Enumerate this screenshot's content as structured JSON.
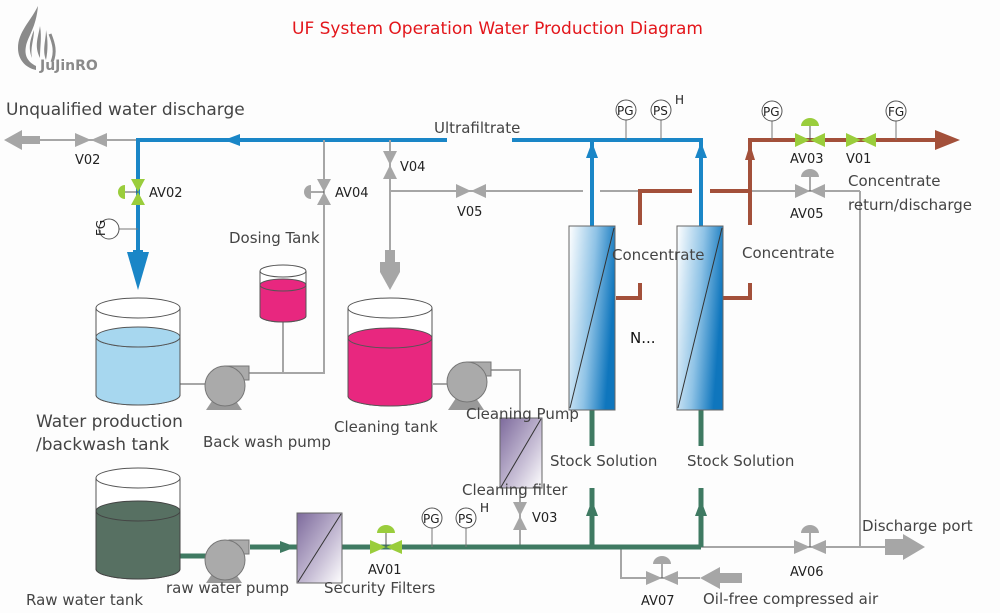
{
  "title": "UF System Operation Water Production Diagram",
  "logo": {
    "text": "JuJinRO",
    "icon": "flame-drop-icon"
  },
  "colors": {
    "permeate": "#1a86c7",
    "concentrate": "#a3503a",
    "raw": "#3f7a62",
    "utility": "#a6a6a6",
    "valve_active": "#9acd3c",
    "valve_idle": "#a6a6a6",
    "title": "#e3161b",
    "tank_product": "#a7d7ef",
    "tank_cleaning": "#e8277f",
    "tank_raw": "#577062",
    "filter": "#8e7da8"
  },
  "labels": {
    "unqualified": "Unqualified water discharge",
    "ultrafiltrate": "Ultrafiltrate",
    "dosing_tank": "Dosing Tank",
    "water_production_1": "Water production",
    "water_production_2": "/backwash tank",
    "back_wash_pump": "Back wash pump",
    "cleaning_tank": "Cleaning tank",
    "cleaning_pump": "Cleaning Pump",
    "cleaning_filter": "Cleaning filter",
    "concentrate_1": "Concentrate",
    "concentrate_2": "Concentrate",
    "concentrate_return_1": "Concentrate",
    "concentrate_return_2": "return/discharge",
    "stock_solution_1": "Stock Solution",
    "stock_solution_2": "Stock Solution",
    "n_more": "N...",
    "raw_tank": "Raw water tank",
    "raw_pump": "raw water pump",
    "security_filters": "Security Filters",
    "discharge_port": "Discharge port",
    "compressed_air": "Oil-free compressed air"
  },
  "valves": {
    "V01": "V01",
    "V02": "V02",
    "V03": "V03",
    "V04": "V04",
    "V05": "V05",
    "AV01": "AV01",
    "AV02": "AV02",
    "AV03": "AV03",
    "AV04": "AV04",
    "AV05": "AV05",
    "AV06": "AV06",
    "AV07": "AV07"
  },
  "gauges": {
    "pg": "PG",
    "ps": "PS",
    "fg": "FG",
    "h": "H"
  }
}
